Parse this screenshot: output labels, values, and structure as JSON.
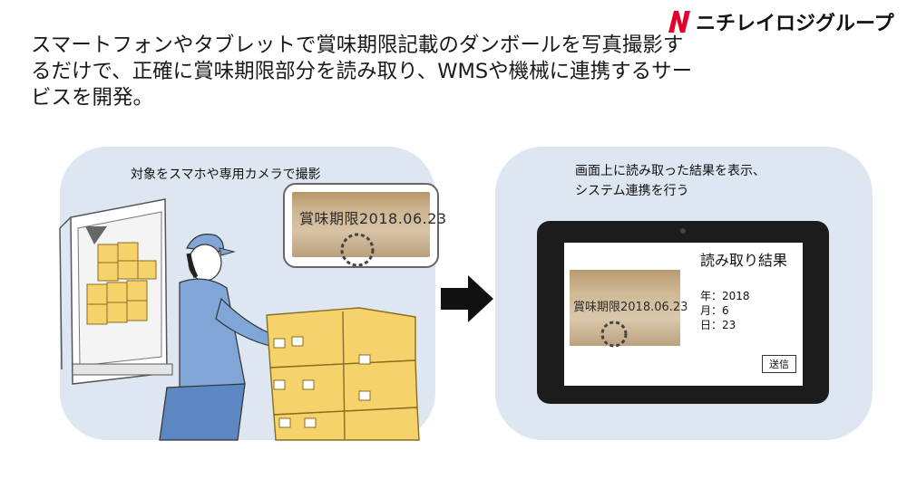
{
  "brand": {
    "logo_text": "ニチレイロジグループ",
    "accent_color": "#e4002b"
  },
  "headline": "スマートフォンやタブレットで賞味期限記載のダンボールを写真撮影するだけで、正確に賞味期限部分を読み取り、WMSや機械に連携するサービスを開発。",
  "left_panel": {
    "caption": "対象をスマホや専用カメラで撮影",
    "photo_label": "賞味期限2018.06.23"
  },
  "right_panel": {
    "caption_line1": "画面上に読み取った結果を表示、",
    "caption_line2": "システム連携を行う",
    "tablet": {
      "photo_label": "賞味期限2018.06.23",
      "result_title": "読み取り結果",
      "year_label": "年：2018",
      "month_label": "月：6",
      "day_label": "日：23",
      "send_label": "送信"
    }
  },
  "colors": {
    "panel_bg": "#dde6f1",
    "box_yellow": "#f6d26a",
    "worker_blue": "#7fa6d6"
  }
}
